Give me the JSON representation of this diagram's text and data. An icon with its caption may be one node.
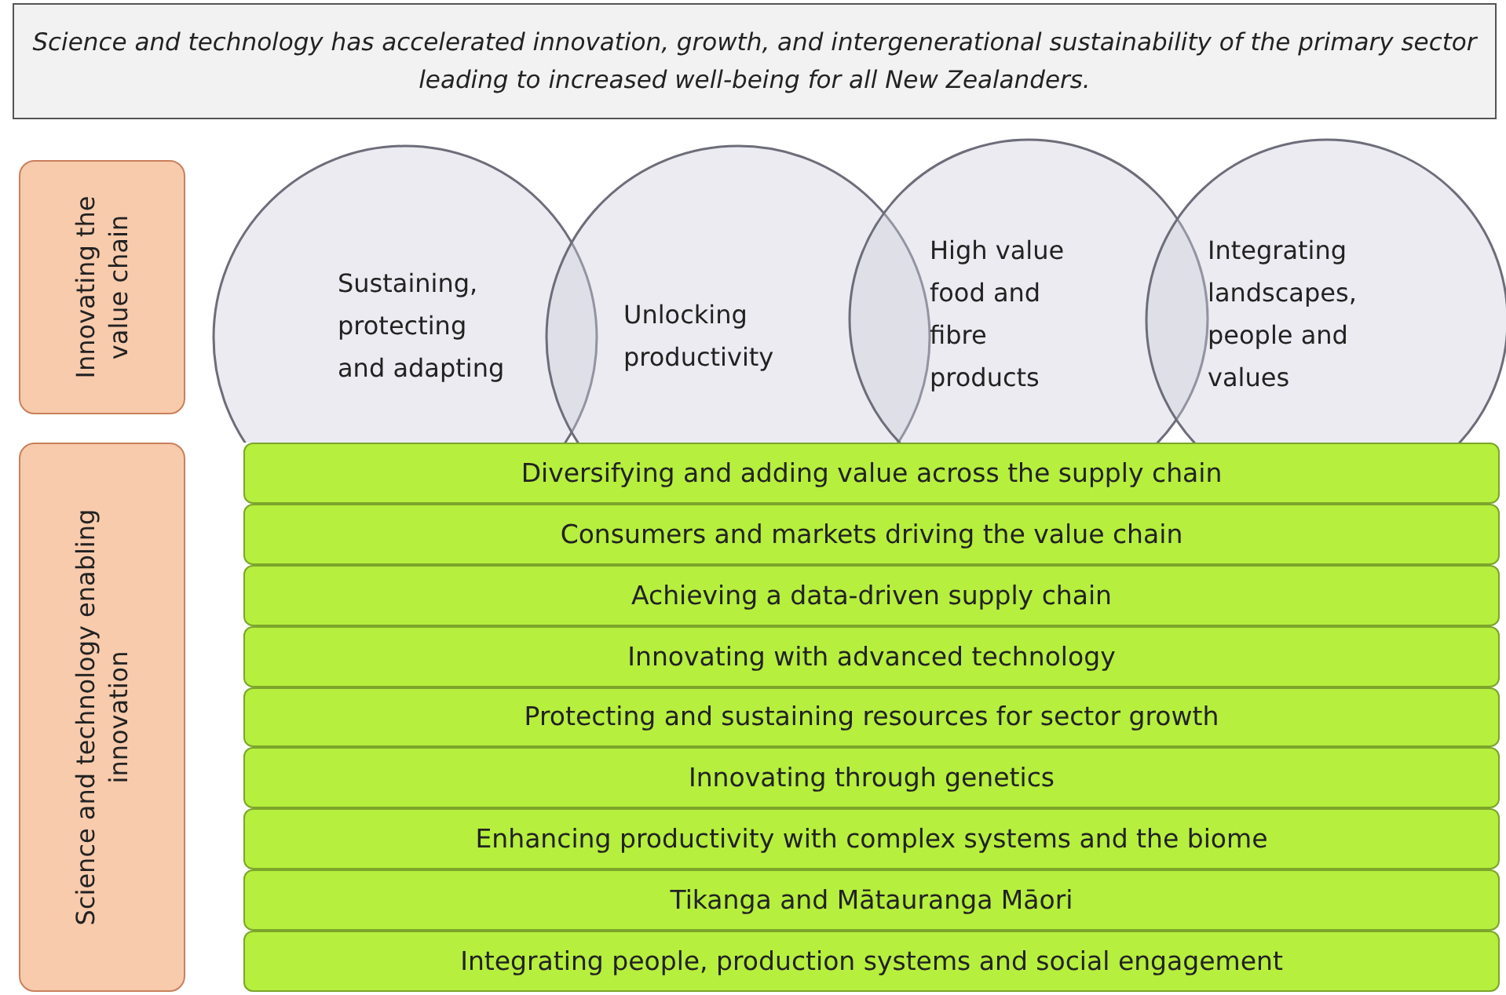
{
  "diagram": {
    "nodes": [
      {
        "text": [
          "Science and technology has accelerated innovation, growth, and intergenerational sustainability of the primary sector leading to increased well-being for all New Zealanders."
        ]
      },
      {
        "text": [
          "Innovating the value chain"
        ]
      },
      {
        "text": [
          "Sustaining, protecting and adapting"
        ]
      },
      {
        "text": [
          "Unlocking productivity"
        ]
      },
      {
        "text": [
          "High value food and fibre products"
        ]
      },
      {
        "text": [
          "Integrating landscapes, people and values"
        ]
      },
      {
        "text": [
          "Science and technology enabling innovation"
        ]
      },
      {
        "text": [
          "Diversifying and adding value across the supply chain"
        ]
      },
      {
        "text": [
          "Consumers and markets driving the value chain"
        ]
      },
      {
        "text": [
          "Achieving a data-driven supply chain"
        ]
      },
      {
        "text": [
          "Innovating with advanced technology"
        ]
      },
      {
        "text": [
          "Protecting and sustaining resources for sector growth"
        ]
      },
      {
        "text": [
          "Innovating through genetics"
        ]
      },
      {
        "text": [
          "Enhancing productivity with complex systems and the biome"
        ]
      },
      {
        "text": [
          "Tikanga and Mātauranga Māori"
        ]
      },
      {
        "text": [
          "Integrating people, production systems and social engagement"
        ]
      }
    ]
  }
}
